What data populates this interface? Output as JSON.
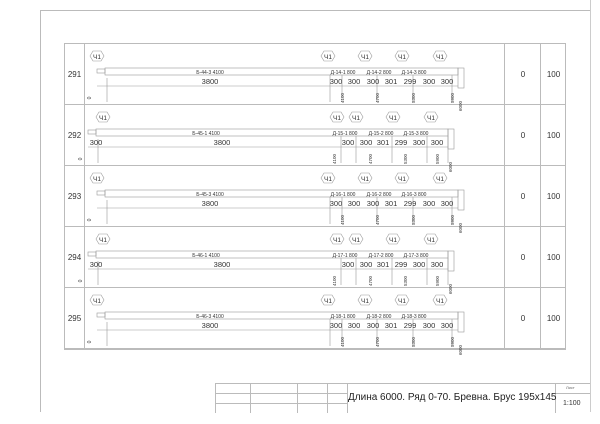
{
  "rows": [
    {
      "number": "291",
      "variant": "A",
      "marks": [
        "Ч1",
        "Ч1",
        "Ч1",
        "Ч1",
        "Ч1"
      ],
      "beam": "Б-44-3  4100",
      "parts": [
        "Д-14-1  800",
        "Д-14-2  800",
        "Д-14-3  800"
      ],
      "start": "0",
      "lead": "",
      "main": "3800",
      "dims": [
        "300",
        "300",
        "300",
        "301",
        "299",
        "300",
        "300"
      ],
      "stations": [
        "4100",
        "4700",
        "5300",
        "5900",
        "6000"
      ],
      "col1": "0",
      "col2": "100"
    },
    {
      "number": "292",
      "variant": "B",
      "marks": [
        "Ч1",
        "Ч1",
        "Ч1",
        "Ч1",
        "Ч1"
      ],
      "beam": "Б-45-1  4100",
      "parts": [
        "Д-15-1  800",
        "Д-15-2  800",
        "Д-15-3  800"
      ],
      "start": "0",
      "lead": "300",
      "main": "3800",
      "dims": [
        "300",
        "300",
        "301",
        "299",
        "300",
        "300"
      ],
      "stations": [
        "4100",
        "4700",
        "5300",
        "5900",
        "6000"
      ],
      "col1": "0",
      "col2": "100"
    },
    {
      "number": "293",
      "variant": "A",
      "marks": [
        "Ч1",
        "Ч1",
        "Ч1",
        "Ч1",
        "Ч1"
      ],
      "beam": "Б-45-3  4100",
      "parts": [
        "Д-16-1  800",
        "Д-16-2  800",
        "Д-16-3  800"
      ],
      "start": "0",
      "lead": "",
      "main": "3800",
      "dims": [
        "300",
        "300",
        "300",
        "301",
        "299",
        "300",
        "300"
      ],
      "stations": [
        "4100",
        "4700",
        "5300",
        "5900",
        "6000"
      ],
      "col1": "0",
      "col2": "100"
    },
    {
      "number": "294",
      "variant": "B",
      "marks": [
        "Ч1",
        "Ч1",
        "Ч1",
        "Ч1",
        "Ч1"
      ],
      "beam": "Б-46-1  4100",
      "parts": [
        "Д-17-1  800",
        "Д-17-2  800",
        "Д-17-3  800"
      ],
      "start": "0",
      "lead": "300",
      "main": "3800",
      "dims": [
        "300",
        "300",
        "301",
        "299",
        "300",
        "300"
      ],
      "stations": [
        "4100",
        "4700",
        "5300",
        "5900",
        "6000"
      ],
      "col1": "0",
      "col2": "100"
    },
    {
      "number": "295",
      "variant": "A",
      "marks": [
        "Ч1",
        "Ч1",
        "Ч1",
        "Ч1",
        "Ч1"
      ],
      "beam": "Б-46-3  4100",
      "parts": [
        "Д-18-1  800",
        "Д-18-2  800",
        "Д-18-3  800"
      ],
      "start": "0",
      "lead": "",
      "main": "3800",
      "dims": [
        "300",
        "300",
        "300",
        "301",
        "299",
        "300",
        "300"
      ],
      "stations": [
        "4100",
        "4700",
        "5300",
        "5900",
        "6000"
      ],
      "col1": "0",
      "col2": "100"
    }
  ],
  "title_block": {
    "title": "Длина 6000. Ряд 0-70. Бревна. Брус 195х145",
    "sheet_label": "Лист",
    "scale": "1:100"
  }
}
